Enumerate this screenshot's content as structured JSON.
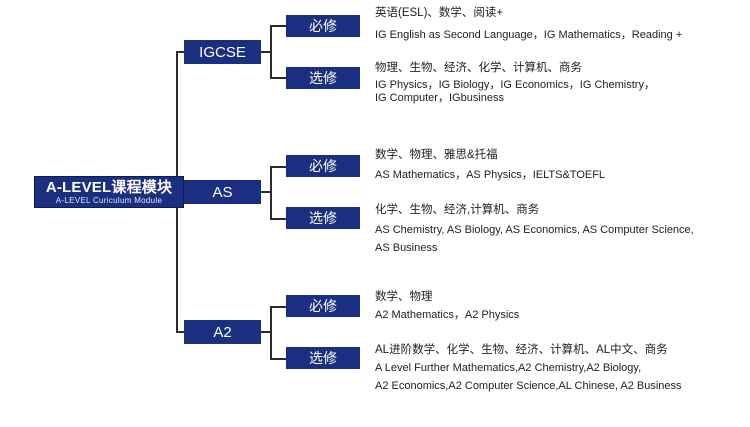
{
  "root": {
    "title": "A-LEVEL课程模块",
    "subtitle": "A-LEVEL Curiculum Module"
  },
  "levels": [
    {
      "label": "IGCSE",
      "required": {
        "label": "必修",
        "lines": [
          "英语(ESL)、数学、阅读+",
          "IG English as Second Language，IG Mathematics，Reading +"
        ]
      },
      "elective": {
        "label": "选修",
        "lines": [
          "物理、生物、经济、化学、计算机、商务",
          "IG Physics，IG Biology，IG Economics，IG Chemistry，",
          "IG Computer，IGbusiness"
        ]
      }
    },
    {
      "label": "AS",
      "required": {
        "label": "必修",
        "lines": [
          "数学、物理、雅思&托福",
          "AS Mathematics，AS Physics，IELTS&TOEFL"
        ]
      },
      "elective": {
        "label": "选修",
        "lines": [
          "化学、生物、经济,计算机、商务",
          "AS Chemistry, AS Biology, AS Economics, AS Computer Science,",
          "AS Business"
        ]
      }
    },
    {
      "label": "A2",
      "required": {
        "label": "必修",
        "lines": [
          "数学、物理",
          "A2 Mathematics，A2 Physics"
        ]
      },
      "elective": {
        "label": "选修",
        "lines": [
          "AL进阶数学、化学、生物、经济、计算机、AL中文、商务",
          "A Level Further Mathematics,A2 Chemistry,A2 Biology,",
          "A2 Economics,A2 Computer Science,AL Chinese, A2 Business"
        ]
      }
    }
  ]
}
